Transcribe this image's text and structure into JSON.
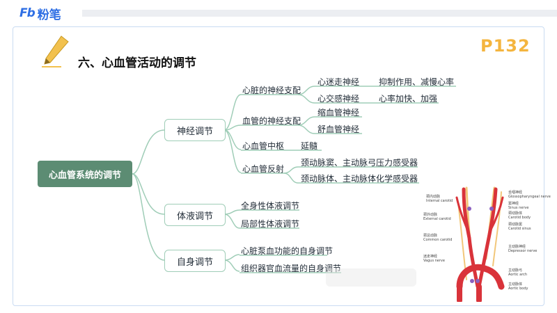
{
  "brand": {
    "logo_mark": "Fb",
    "logo_text": "粉笔"
  },
  "slide": {
    "title": "六、心血管活动的调节",
    "page_number": "P132"
  },
  "mindmap": {
    "root": "心血管系统的调节",
    "neural": {
      "label": "神经调节",
      "heart_innervation": {
        "label": "心脏的神经支配",
        "vagus": "心迷走神经",
        "vagus_effect": "抑制作用、减慢心率",
        "sympathetic": "心交感神经",
        "sympathetic_effect": "心率加快、加强"
      },
      "vessel_innervation": {
        "label": "血管的神经支配",
        "constrictor": "缩血管神经",
        "dilator": "舒血管神经"
      },
      "center": {
        "label": "心血管中枢",
        "value": "延髓"
      },
      "reflex": {
        "label": "心血管反射",
        "baroreceptor": "颈动脉窦、主动脉弓压力感受器",
        "chemoreceptor": "颈动脉体、主动脉体化学感受器"
      }
    },
    "humoral": {
      "label": "体液调节",
      "systemic": "全身性体液调节",
      "local": "局部性体液调节"
    },
    "auto": {
      "label": "自身调节",
      "heart_pump": "心脏泵血功能的自身调节",
      "tissue_flow": "组织器官血流量的自身调节"
    }
  },
  "anatomy_labels": {
    "internal_carotid": "颈内动脉\nInternal carotid",
    "external_carotid": "颈外动脉\nExternal carotid",
    "common_carotid": "颈总动脉\nCommon carotid",
    "vagus_nerve": "迷走神经\nVagus nerve",
    "glossopharyngeal": "舌咽神经\nGlossopharyngeal nerve",
    "sinus_nerve": "窦神经\nSinus nerve",
    "carotid_body": "颈动脉体\nCarotid body",
    "carotid_sinus": "颈动脉窦\nCarotid sinus",
    "depressor_nerve": "主动脉神经\nDepressor nerve",
    "aortic_arch": "主动脉弓\nAortic arch",
    "aortic_body": "主动脉体\nAortic body"
  },
  "colors": {
    "accent": "#2f6fe4",
    "page_number": "#f4b53f",
    "root_fill": "#5c8c73",
    "connector": "#9fcdb7",
    "artery": "#d9333a",
    "nerve": "#f2c77a"
  }
}
